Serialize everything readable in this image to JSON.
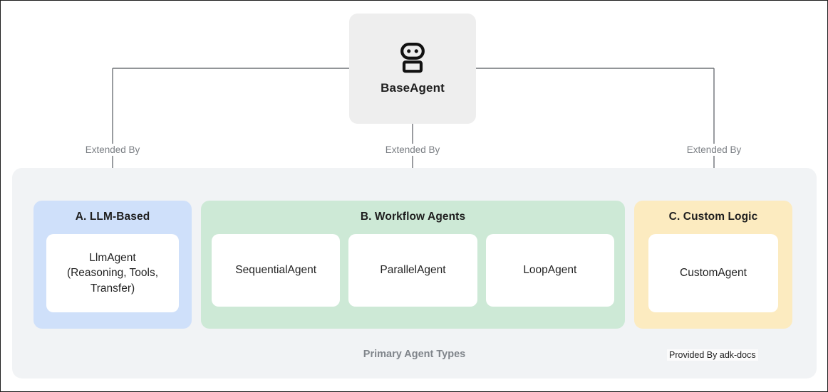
{
  "diagram": {
    "root": {
      "label": "BaseAgent",
      "icon": "robot-icon"
    },
    "edge_labels": [
      "Extended By",
      "Extended By",
      "Extended By"
    ],
    "container_caption": "Primary Agent Types",
    "provider_note": "Provided By adk-docs",
    "groups": [
      {
        "id": "A",
        "title": "A. LLM-Based",
        "color": "#cfe0fa",
        "cards": [
          "LlmAgent\n(Reasoning, Tools,\nTransfer)"
        ]
      },
      {
        "id": "B",
        "title": "B. Workflow Agents",
        "color": "#cde9d6",
        "cards": [
          "SequentialAgent",
          "ParallelAgent",
          "LoopAgent"
        ]
      },
      {
        "id": "C",
        "title": "C. Custom Logic",
        "color": "#fcebc0",
        "cards": [
          "CustomAgent"
        ]
      }
    ],
    "colors": {
      "root_bg": "#eeeeee",
      "panel_bg": "#f1f3f5",
      "card_bg": "#ffffff",
      "connector": "#6e7277",
      "text": "#1f1f1f",
      "muted_text": "#80858b"
    }
  }
}
